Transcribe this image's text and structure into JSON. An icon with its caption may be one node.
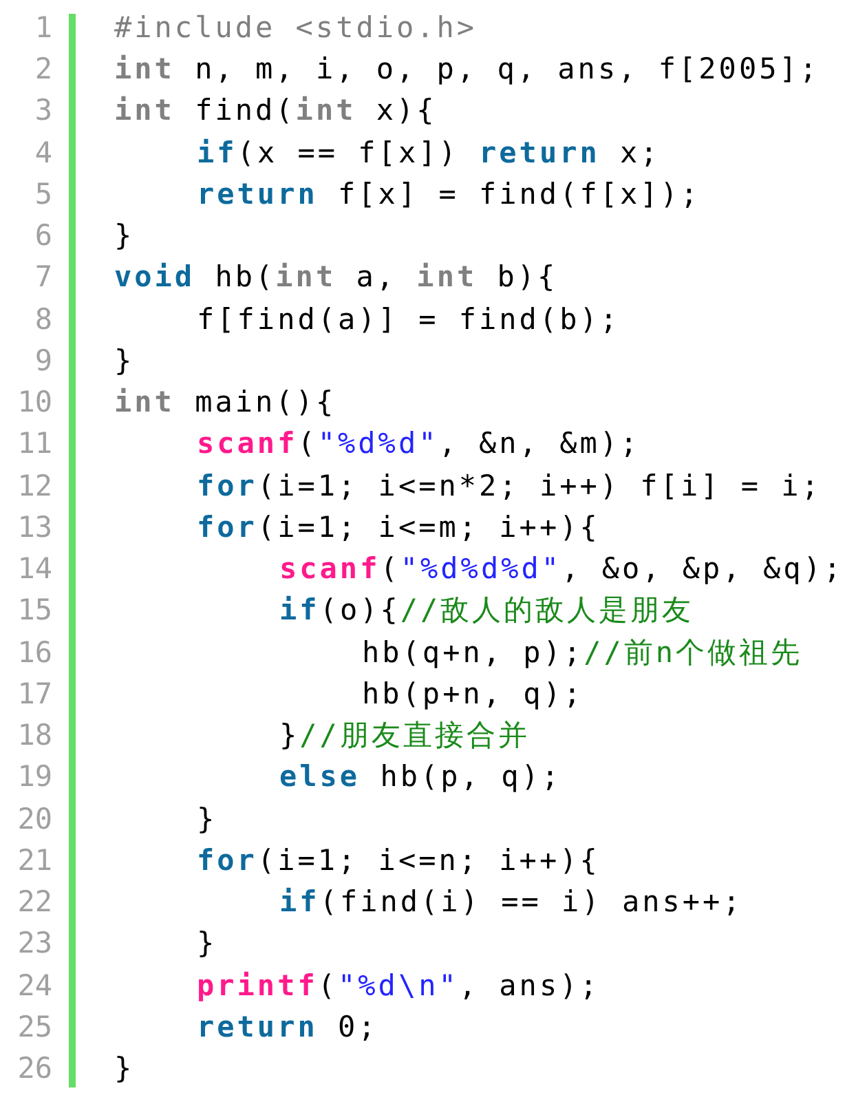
{
  "diagram": {
    "labels": [
      "1",
      "#include <stdio.h>",
      "2",
      "int n, m, i, o, p, q, ans, f[2005];",
      "3",
      "int find(int x){",
      "4",
      "if(x == f[x]) return x;",
      "5",
      "return f[x] = find(f[x]);",
      "6",
      "}",
      "7",
      "void hb(int a, int b){",
      "8",
      "f[find(a)] = find(b);",
      "9",
      "}",
      "10",
      "int main(){",
      "11",
      "scanf(\"%d%d\", &n, &m);",
      "12",
      "for(i=1; i<=n*2; i++) f[i] = i;",
      "13",
      "for(i=1; i<=m; i++){",
      "14",
      "scanf(\"%d%d%d\", &o, &p, &q);",
      "15",
      "if(o){//敌人的敌人是朋友",
      "16",
      "hb(q+n, p);//前n个做祖先",
      "17",
      "hb(p+n, q);",
      "18",
      "}//朋友直接合并",
      "19",
      "else hb(p, q);",
      "20",
      "}",
      "21",
      "for(i=1; i<=n; i++){",
      "22",
      "if(find(i) == i) ans++;",
      "23",
      "}",
      "24",
      "printf(\"%d\\n\", ans);",
      "25",
      "return 0;",
      "26",
      "}"
    ]
  }
}
